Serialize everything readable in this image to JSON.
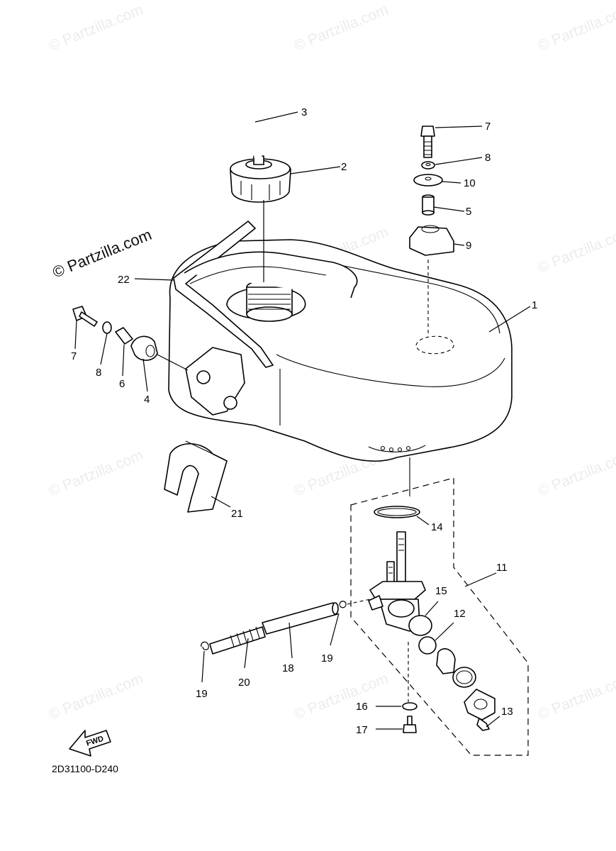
{
  "watermark": "© Partzilla.com",
  "brand_watermark": "© Partzilla.com",
  "diagram_code": "2D31100-D240",
  "fwd_label": "FWD",
  "callouts": {
    "c1": "1",
    "c2": "2",
    "c3": "3",
    "c4": "4",
    "c5": "5",
    "c6": "6",
    "c7a": "7",
    "c7b": "7",
    "c8a": "8",
    "c8b": "8",
    "c9": "9",
    "c10": "10",
    "c11": "11",
    "c12": "12",
    "c13": "13",
    "c14": "14",
    "c15": "15",
    "c16": "16",
    "c17": "17",
    "c18": "18",
    "c19a": "19",
    "c19b": "19",
    "c20": "20",
    "c21": "21",
    "c22": "22"
  }
}
